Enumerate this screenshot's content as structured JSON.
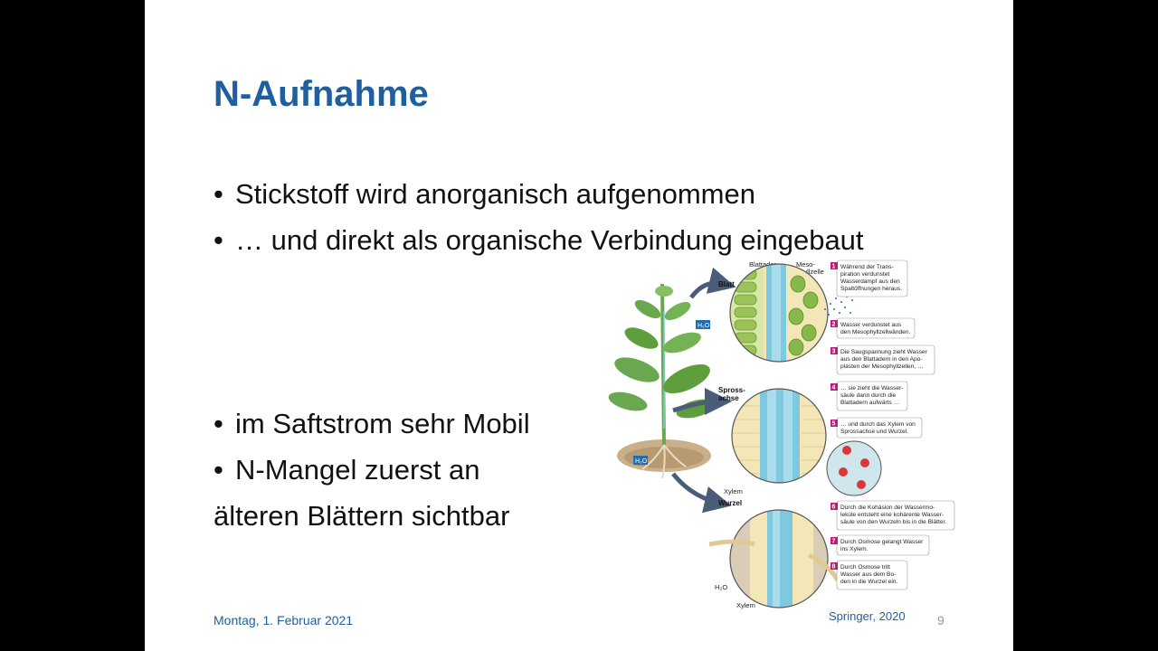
{
  "slide": {
    "title": "N-Aufnahme",
    "bullets_top": [
      "Stickstoff wird anorganisch aufgenommen",
      "… und direkt als organische Verbindung eingebaut"
    ],
    "bullets_bottom": [
      "im Saftstrom sehr Mobil",
      "N-Mangel zuerst an"
    ],
    "continuation": "älteren Blättern sichtbar",
    "footer": {
      "date": "Montag, 1. Februar 2021",
      "source": "Springer, 2020",
      "page": "9"
    }
  },
  "figure": {
    "labels": {
      "blatt": "Blatt",
      "blattader": "Blattader",
      "meso1": "Meso-",
      "meso2": "phyllzelle",
      "spross1": "Spross-",
      "spross2": "achse",
      "xylem1": "Xylem",
      "wurzel": "Wurzel",
      "h2o_soil": "H₂O",
      "xylem2": "Xylem",
      "h2o_box1": "H₂O",
      "h2o_box2": "H₂O"
    },
    "captions": [
      {
        "num": "1",
        "lines": [
          "Während der Trans-",
          "piration verdunstet",
          "Wasserdampf aus den",
          "Spaltöffnungen heraus."
        ]
      },
      {
        "num": "2",
        "lines": [
          "Wasser verdunstet aus",
          "den Mesophyllzellwänden."
        ]
      },
      {
        "num": "3",
        "lines": [
          "Die Saugspannung zieht Wasser",
          "aus den Blattadern in den Apo-",
          "plasten der Mesophyllzellen, …"
        ]
      },
      {
        "num": "4",
        "lines": [
          "… sie zieht die Wasser-",
          "säule dann durch die",
          "Blattadern aufwärts …"
        ]
      },
      {
        "num": "5",
        "lines": [
          "… und durch das Xylem von",
          "Sprossachse und Wurzel."
        ]
      },
      {
        "num": "6",
        "lines": [
          "Durch die Kohäsion der Wassermo-",
          "leküle entsteht eine kohärente Wasser-",
          "säule von den Wurzeln bis in die Blätter."
        ]
      },
      {
        "num": "7",
        "lines": [
          "Durch Osmose gelangt Wasser",
          "ins Xylem."
        ]
      },
      {
        "num": "8",
        "lines": [
          "Durch Osmose tritt",
          "Wasser aus dem Bo-",
          "den in die Wurzel ein."
        ]
      }
    ],
    "colors": {
      "title": "#1f5f9e",
      "leaf_green": "#6aa84f",
      "xylem_blue": "#7fc9e0",
      "cell_yellow": "#f3e7b8",
      "number_magenta": "#c2187a",
      "arrow_slate": "#4a5d78"
    }
  }
}
